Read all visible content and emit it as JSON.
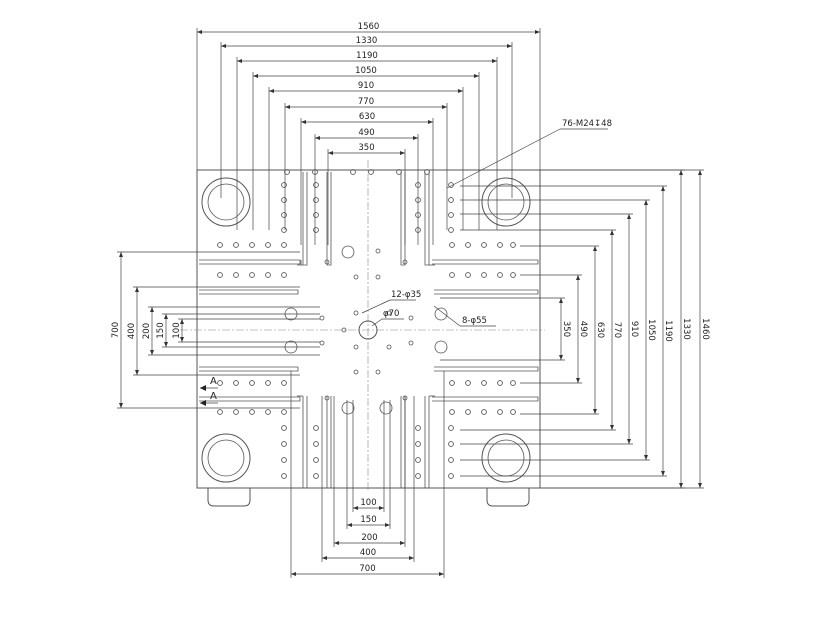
{
  "title_block": {},
  "top_dimensions": [
    "1560",
    "1330",
    "1190",
    "1050",
    "910",
    "770",
    "630",
    "490",
    "350"
  ],
  "bottom_dimensions": [
    "100",
    "150",
    "200",
    "400",
    "700"
  ],
  "left_dimensions": [
    "700",
    "400",
    "200",
    "150",
    "100"
  ],
  "right_dimensions": [
    "350",
    "490",
    "630",
    "770",
    "910",
    "1050",
    "1190",
    "1330",
    "1460"
  ],
  "callouts": {
    "tapped_holes": "76-M24↧48",
    "center_holes": "12-φ35",
    "center_bore": "φ70",
    "large_holes": "8-φ55"
  },
  "section_marks": [
    "A",
    "A"
  ]
}
